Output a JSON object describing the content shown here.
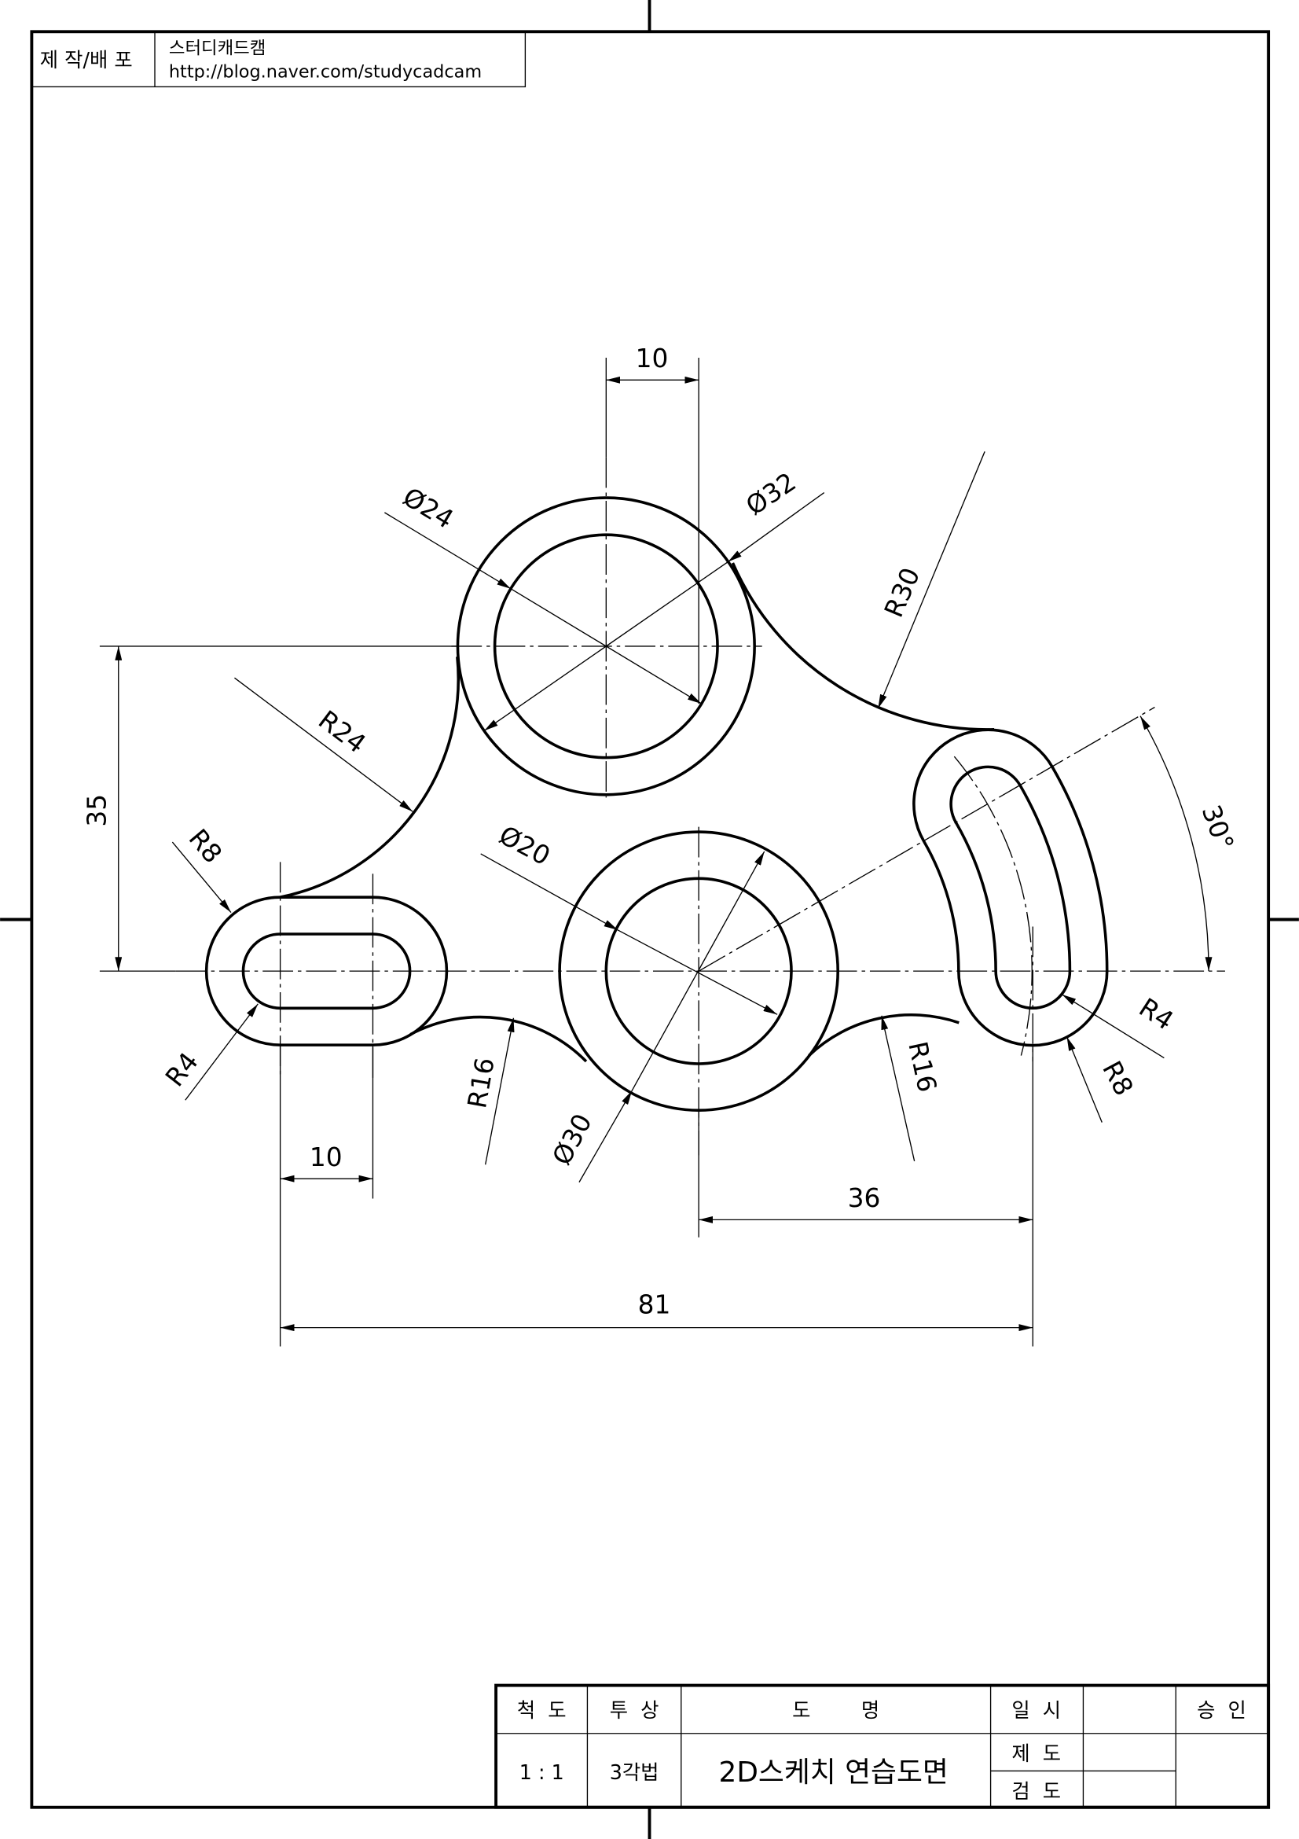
{
  "header": {
    "label": "제 작/배 포",
    "company": "스터디캐드캠",
    "url": "http://blog.naver.com/studycadcam"
  },
  "dimensions": {
    "top_width": "10",
    "dia_inner_top": "Ø24",
    "dia_outer_top": "Ø32",
    "r30": "R30",
    "r24": "R24",
    "height_35": "35",
    "r8_left": "R8",
    "r4_left": "R4",
    "dia_inner_bottom": "Ø20",
    "dia_outer_bottom": "Ø30",
    "r16_left": "R16",
    "r16_right": "R16",
    "slot_width": "10",
    "dist_36": "36",
    "total_81": "81",
    "angle_30": "30°",
    "r4_right": "R4",
    "r8_right": "R8"
  },
  "title_block": {
    "scale_label": "척  도",
    "projection_label": "투  상",
    "name_label": "도        명",
    "date_label": "일  시",
    "approval_label": "승  인",
    "scale_value": "1 : 1",
    "projection_value": "3각법",
    "drawing_name": "2D스케치 연습도면",
    "drafted_label": "제  도",
    "checked_label": "검  도"
  }
}
